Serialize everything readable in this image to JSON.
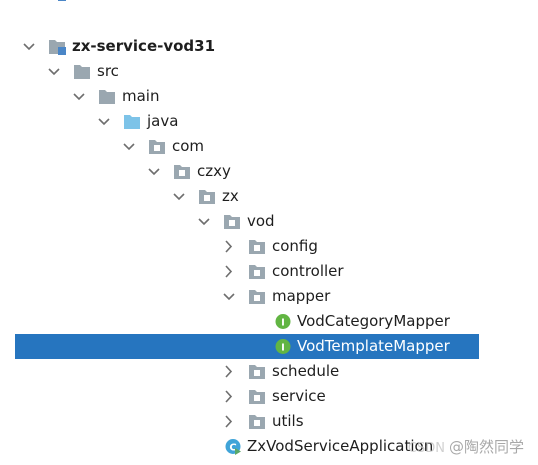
{
  "tree": {
    "project": {
      "label": "zx-service-vod31"
    },
    "src": {
      "label": "src"
    },
    "main": {
      "label": "main"
    },
    "java": {
      "label": "java"
    },
    "com": {
      "label": "com"
    },
    "czxy": {
      "label": "czxy"
    },
    "zx": {
      "label": "zx"
    },
    "vod": {
      "label": "vod"
    },
    "config": {
      "label": "config"
    },
    "controller": {
      "label": "controller"
    },
    "mapper": {
      "label": "mapper"
    },
    "vod_category_mapper": {
      "label": "VodCategoryMapper",
      "badge": "I"
    },
    "vod_template_mapper": {
      "label": "VodTemplateMapper",
      "badge": "I"
    },
    "schedule": {
      "label": "schedule"
    },
    "service": {
      "label": "service"
    },
    "utils": {
      "label": "utils"
    },
    "application": {
      "label": "ZxVodServiceApplication"
    }
  },
  "watermark": {
    "source": "CSDN",
    "author": "@陶然同学"
  },
  "colors": {
    "selection": "#2675bf",
    "folder": "#9aa7b0",
    "source_folder": "#7dc3e8",
    "interface_badge": "#62b543"
  }
}
